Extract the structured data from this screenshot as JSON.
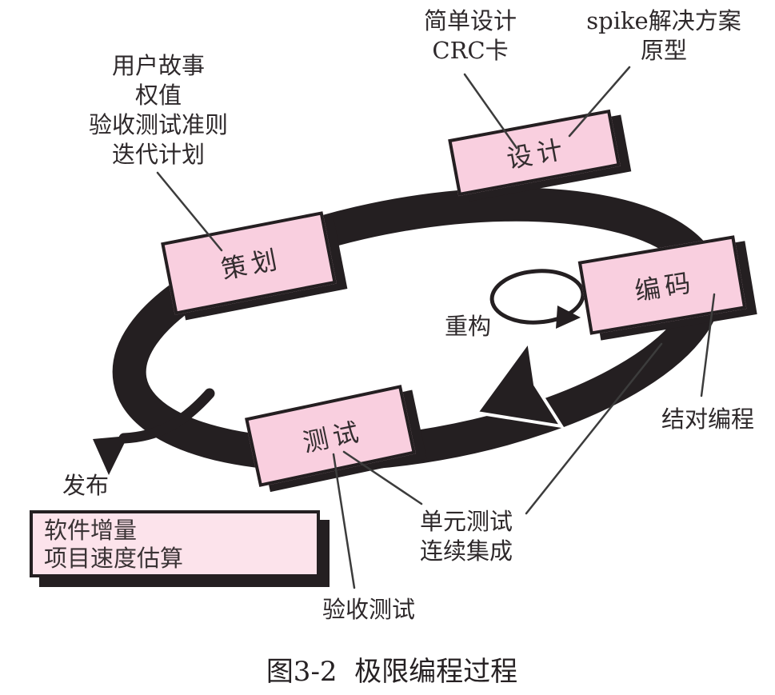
{
  "figure": {
    "caption": "图3-2  极限编程过程"
  },
  "colors": {
    "box_fill": "#f9cfdf",
    "increment_fill": "#fce3eb",
    "ink": "#241f21",
    "leader_line": "#3c3c3c"
  },
  "nodes": {
    "planning": {
      "label": "策划"
    },
    "design": {
      "label": "设计"
    },
    "coding": {
      "label": "编码"
    },
    "testing": {
      "label": "测试"
    }
  },
  "annotations": {
    "planning_notes": {
      "lines": [
        "用户故事",
        "权值",
        "验收测试准则",
        "迭代计划"
      ]
    },
    "design_notes": {
      "lines": [
        "简单设计",
        "CRC卡"
      ]
    },
    "spike_notes": {
      "lines": [
        "spike解决方案",
        "原型"
      ]
    },
    "refactoring": {
      "label": "重构"
    },
    "pair_programming": {
      "label": "结对编程"
    },
    "unit_test_notes": {
      "lines": [
        "单元测试",
        "连续集成"
      ]
    },
    "acceptance_test": {
      "label": "验收测试"
    },
    "release": {
      "label": "发布"
    },
    "increment_box": {
      "lines": [
        "软件增量",
        "项目速度估算"
      ]
    }
  }
}
